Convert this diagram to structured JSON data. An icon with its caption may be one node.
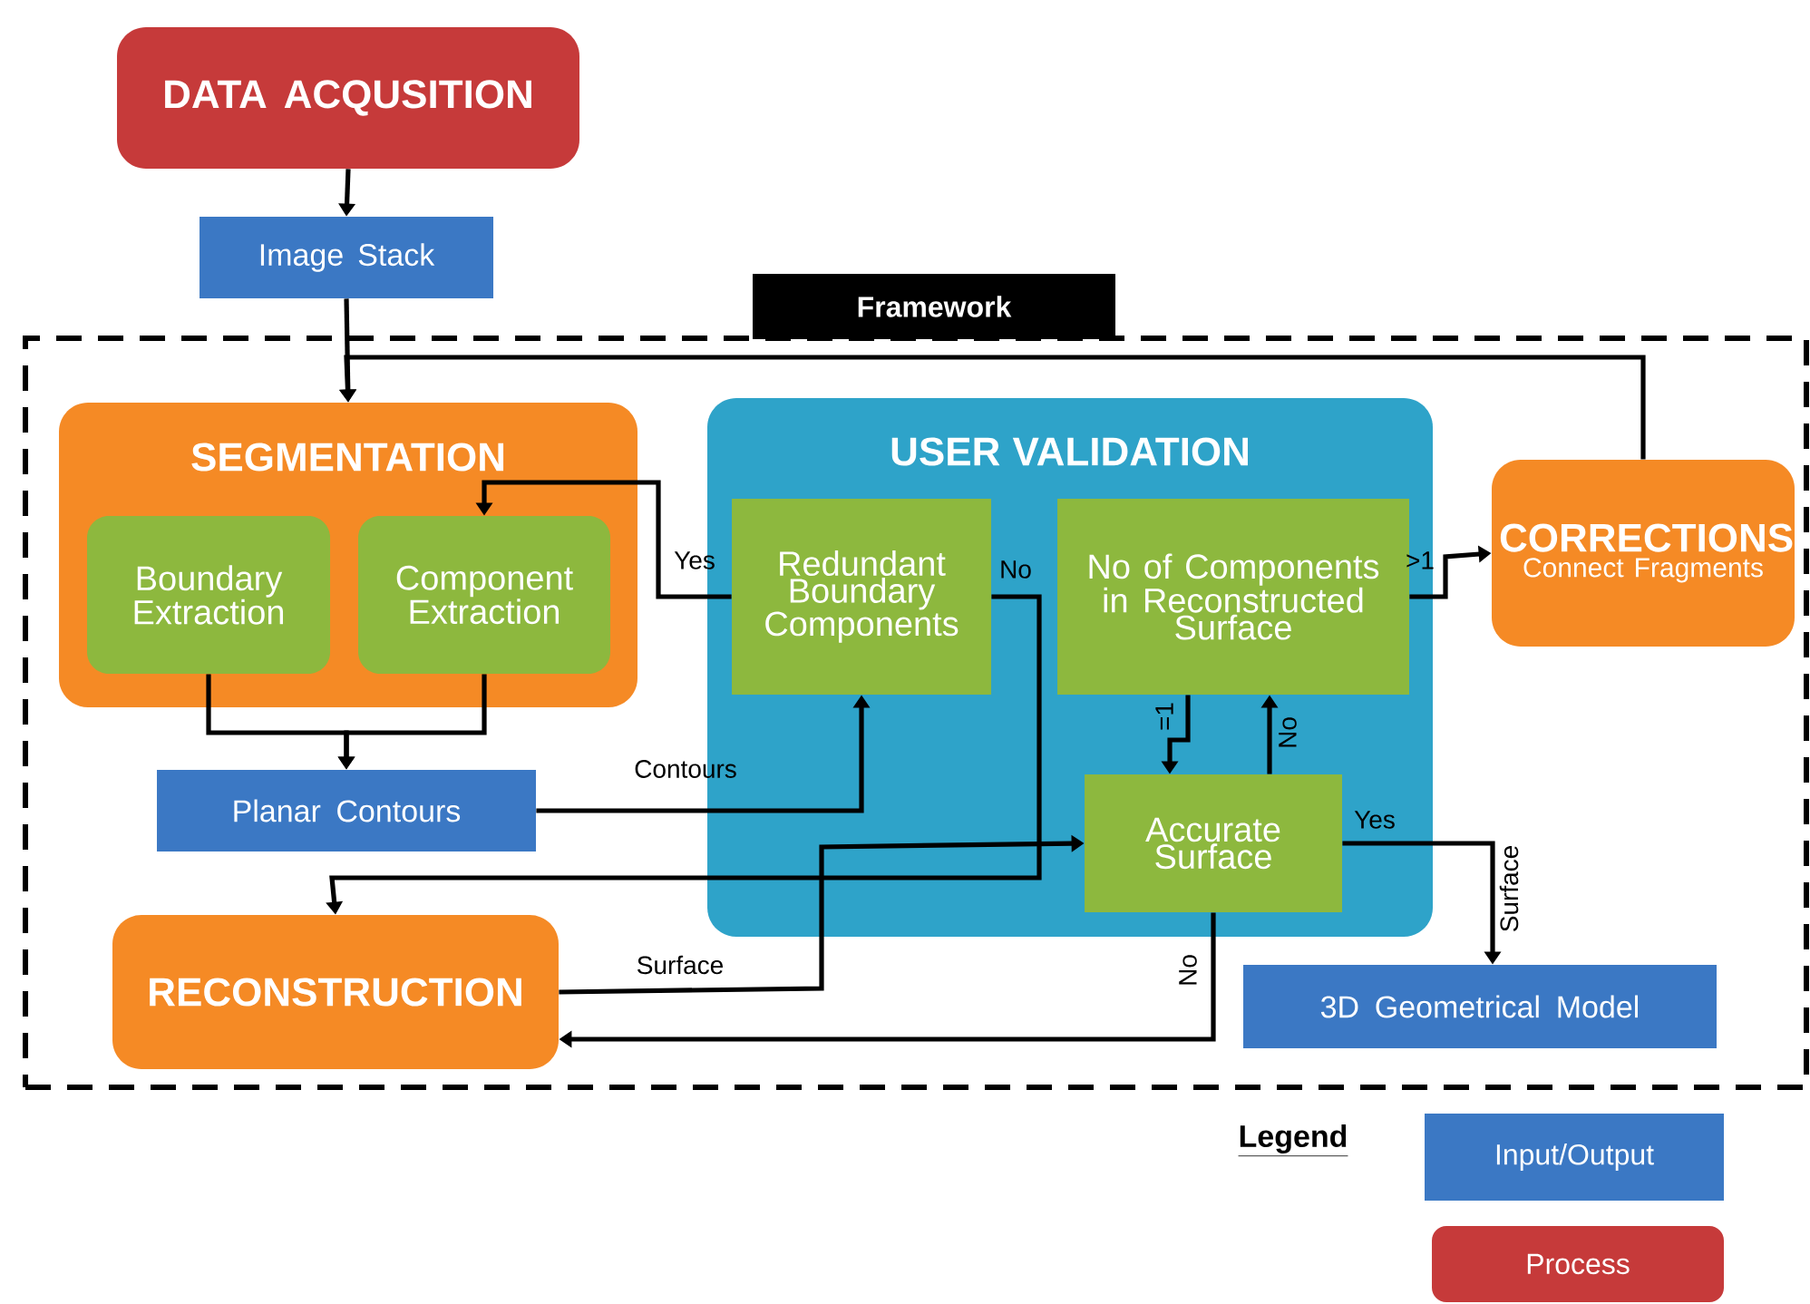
{
  "diagram": {
    "nodes": [
      {
        "text": [
          "DATA ACQUSITION"
        ]
      },
      {
        "text": [
          "Image Stack"
        ]
      },
      {
        "text": [
          "Framework"
        ]
      },
      {
        "text": [
          "SEGMENTATION"
        ],
        "in": 2
      },
      {
        "text": [
          "Boundary Extraction"
        ],
        "in": 3
      },
      {
        "text": [
          "Component Extraction"
        ],
        "in": 3
      },
      {
        "text": [
          "USER VALIDATION"
        ],
        "in": 2
      },
      {
        "text": [
          "Redundant Boundary Components"
        ],
        "in": 6
      },
      {
        "text": [
          "No of Components in Reconstructed Surface"
        ],
        "in": 6
      },
      {
        "text": [
          "CORRECTIONS",
          "Connect Fragments"
        ],
        "in": 2
      },
      {
        "text": [
          "Planar Contours"
        ],
        "in": 2
      },
      {
        "text": [
          "Accurate Surface"
        ],
        "in": 6
      },
      {
        "text": [
          "RECONSTRUCTION"
        ],
        "in": 2
      },
      {
        "text": [
          "3D Geometrical Model"
        ],
        "in": 2
      }
    ],
    "edges": [
      {
        "from": 0,
        "to": 1,
        "arrow": "to"
      },
      {
        "from": 1,
        "to": 3,
        "arrow": "to"
      },
      {
        "from": 9,
        "to": 3,
        "arrow": "to"
      },
      {
        "from": 4,
        "to": 10,
        "arrow": "to"
      },
      {
        "from": 5,
        "to": 10,
        "arrow": "to"
      },
      {
        "from": 7,
        "to": 5,
        "arrow": "to",
        "label": "Yes"
      },
      {
        "from": 10,
        "to": 7,
        "arrow": "to",
        "label": "Contours"
      },
      {
        "from": 7,
        "to": 12,
        "arrow": "to",
        "label": "No"
      },
      {
        "from": 12,
        "to": 11,
        "arrow": "to",
        "label": "Surface"
      },
      {
        "from": 8,
        "to": 11,
        "arrow": "to",
        "label": "=1"
      },
      {
        "from": 11,
        "to": 8,
        "arrow": "to",
        "label": "No"
      },
      {
        "from": 8,
        "to": 9,
        "arrow": "to",
        "label": ">1"
      },
      {
        "from": 11,
        "to": 13,
        "arrow": "to",
        "label": "Yes"
      },
      {
        "from": 11,
        "to": 12,
        "arrow": "to",
        "label": "No"
      }
    ],
    "labels": [
      "Surface",
      "Legend"
    ],
    "legend": [
      {
        "text": "Input/Output",
        "color": "#3b78c4"
      },
      {
        "text": "Process",
        "color": "#c63a3a"
      }
    ]
  }
}
